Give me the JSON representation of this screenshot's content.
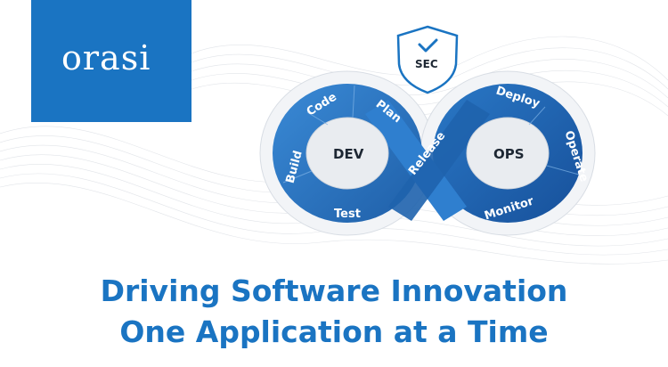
{
  "brand": {
    "logo_text": "orasi",
    "accent_color": "#1a74c2",
    "loop_dark": "#1f5fa8",
    "loop_light": "#3a8ad6"
  },
  "loop": {
    "dev_label": "DEV",
    "ops_label": "OPS",
    "sec_label": "SEC",
    "stages": {
      "code": "Code",
      "plan": "Plan",
      "build": "Build",
      "test": "Test",
      "release": "Release",
      "deploy": "Deploy",
      "operate": "Operate",
      "monitor": "Monitor"
    },
    "shield_icon": "shield-check-icon"
  },
  "headline": {
    "line1": "Driving Software Innovation",
    "line2": "One Application at a Time"
  }
}
